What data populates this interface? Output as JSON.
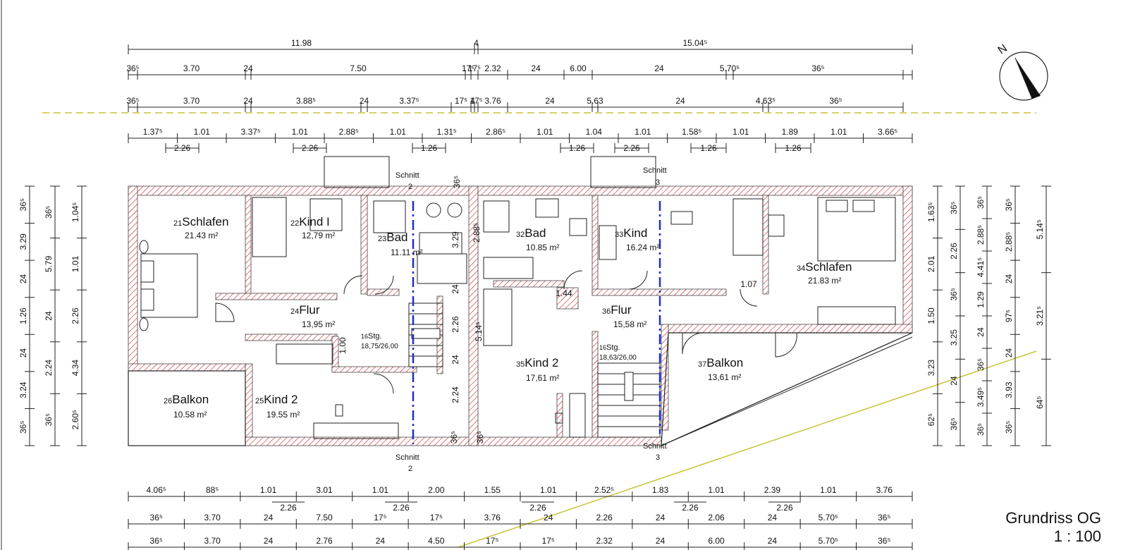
{
  "title": {
    "name": "Grundriss OG",
    "scale": "1 : 100"
  },
  "rooms": [
    {
      "num": "21",
      "name": "Schlafen",
      "area": "21.43 m²"
    },
    {
      "num": "22",
      "name": "Kind I",
      "area": "12,79 m²"
    },
    {
      "num": "23",
      "name": "Bad",
      "area": "11.11 m²"
    },
    {
      "num": "24",
      "name": "Flur",
      "area": "13,95 m²"
    },
    {
      "num": "25",
      "name": "Kind 2",
      "area": "19.55 m²"
    },
    {
      "num": "26",
      "name": "Balkon",
      "area": "10.58 m²"
    },
    {
      "num": "32",
      "name": "Bad",
      "area": "10.85 m²"
    },
    {
      "num": "33",
      "name": "Kind",
      "area": "16.24 m²"
    },
    {
      "num": "34",
      "name": "Schlafen",
      "area": "21.83 m²"
    },
    {
      "num": "35",
      "name": "Kind 2",
      "area": "17,61 m²"
    },
    {
      "num": "36",
      "name": "Flur",
      "area": "15,58 m²"
    },
    {
      "num": "37",
      "name": "Balkon",
      "area": "13,61 m²"
    }
  ],
  "stairs": [
    {
      "num": "16",
      "name": "Stg.",
      "spec": "18,75/26,00"
    },
    {
      "num": "16",
      "name": "Stg.",
      "spec": "18,63/26,00"
    }
  ],
  "sections": [
    {
      "label": "Schnitt",
      "num": "2"
    },
    {
      "label": "Schnitt",
      "num": "3"
    },
    {
      "label": "Schnitt",
      "num": "2"
    },
    {
      "label": "Schnitt",
      "num": "3"
    }
  ],
  "north_label": "N",
  "dims_top": {
    "row1": [
      "11.98",
      "4",
      "15.04⁵"
    ],
    "row2": [
      "36⁵",
      "3.70",
      "24",
      "7.50",
      "17⁵",
      "17⁵",
      "2.32",
      "24",
      "6.00",
      "24",
      "5.70⁵",
      "36⁵"
    ],
    "row3": [
      "36⁵",
      "3.70",
      "24",
      "3.88⁵",
      "24",
      "3.37⁵",
      "17⁵",
      "4",
      "17⁵",
      "3.76",
      "24",
      "5.63",
      "24",
      "4.63⁵",
      "36⁵"
    ],
    "row4": [
      "1.37⁵",
      "1.01",
      "3.37⁵",
      "1.01",
      "2.88⁵",
      "1.01",
      "1.31⁵",
      "2.86⁵",
      "1.01",
      "1.04",
      "1.01",
      "1.58⁵",
      "1.01",
      "1.89",
      "1.01",
      "3.66⁵"
    ],
    "row4b": [
      "2.26",
      "2.26",
      "1.26",
      "1.26",
      "2.26",
      "1.26",
      "1.26"
    ]
  },
  "dims_bottom": {
    "row1": [
      "4.06⁵",
      "88⁵",
      "1.01",
      "3.01",
      "1.01",
      "2.00",
      "1.55",
      "1.01",
      "2.52⁵",
      "1.83",
      "1.01",
      "2.39",
      "1.01",
      "3.76"
    ],
    "row1b": [
      "2.26",
      "2.26",
      "2.26",
      "2.26",
      "2.26"
    ],
    "row2": [
      "36⁵",
      "3.70",
      "24",
      "7.50",
      "17⁵",
      "17⁵",
      "3.76",
      "24",
      "2.26",
      "24",
      "2.06",
      "24",
      "5.70⁵",
      "36⁵"
    ],
    "row3": [
      "36⁵",
      "3.70",
      "24",
      "2.76",
      "24",
      "4.50",
      "17⁵",
      "17⁵",
      "2.32",
      "24",
      "6.00",
      "24",
      "5.70⁵",
      "36⁵"
    ]
  },
  "dims_left": {
    "col1": [
      "36⁵",
      "3.29",
      "24",
      "1.26",
      "24",
      "3.24",
      "36⁵"
    ],
    "col2": [
      "36⁵",
      "5.79",
      "24",
      "2.24",
      "36⁵"
    ],
    "col3": [
      "1.04⁵",
      "1.01",
      "2.26",
      "4.34",
      "2.60⁵"
    ]
  },
  "dims_right": {
    "col1": [
      "1.63⁵",
      "2.01",
      "1.50",
      "3.23",
      "62⁵"
    ],
    "col2": [
      "36⁵",
      "2.26",
      "36⁵",
      "3.25",
      "24",
      "36⁵"
    ],
    "col3": [
      "36⁵",
      "2.88⁵",
      "4.41⁵",
      "1.29",
      "24",
      "36⁵",
      "3.49⁵",
      "36⁵"
    ],
    "col4": [
      "36⁵",
      "2.88⁵",
      "24",
      "97⁵",
      "24",
      "3.93",
      "36⁵"
    ],
    "col5": [
      "5.14⁵",
      "3.21⁵",
      "64⁵"
    ]
  },
  "inner_dims": [
    "3.29",
    "2.88⁵",
    "24",
    "2.26",
    "1.00",
    "24",
    "5.14⁵",
    "2.24",
    "36⁵",
    "36⁵",
    "36⁵",
    "1.44",
    "1.07"
  ],
  "colors": {
    "wall_hatch": "#d23c3c",
    "section_line": "#1a2fd6",
    "ground_line": "#c8c23a"
  }
}
